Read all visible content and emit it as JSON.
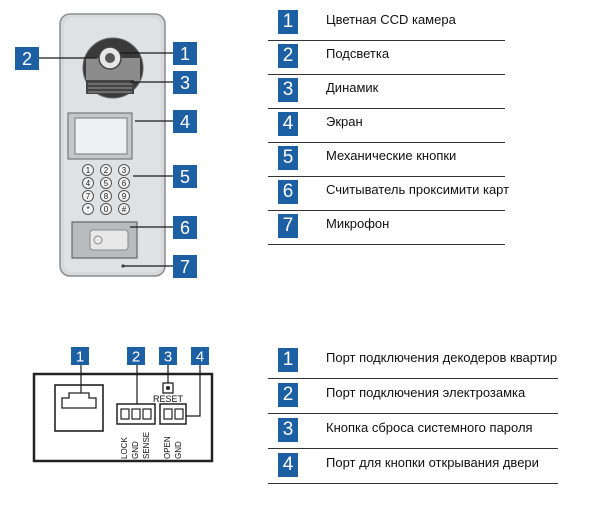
{
  "panel_legend": [
    {
      "num": "1",
      "text": "Цветная CCD камера"
    },
    {
      "num": "2",
      "text": "Подсветка"
    },
    {
      "num": "3",
      "text": "Динамик"
    },
    {
      "num": "4",
      "text": "Экран"
    },
    {
      "num": "5",
      "text": "Механические кнопки"
    },
    {
      "num": "6",
      "text": "Считыватель проксимити карт"
    },
    {
      "num": "7",
      "text": "Микрофон"
    }
  ],
  "port_legend": [
    {
      "num": "1",
      "text": "Порт подключения декодеров квартир"
    },
    {
      "num": "2",
      "text": "Порт подключения электрозамка"
    },
    {
      "num": "3",
      "text": "Кнопка сброса системного пароля"
    },
    {
      "num": "4",
      "text": "Порт для кнопки открывания двери"
    }
  ],
  "panel_callouts": [
    "1",
    "2",
    "3",
    "4",
    "5",
    "6",
    "7"
  ],
  "keypad_keys": [
    "1",
    "2",
    "3",
    "4",
    "5",
    "6",
    "7",
    "8",
    "9",
    "*",
    "0",
    "#"
  ],
  "port_callouts": [
    "1",
    "2",
    "3",
    "4"
  ],
  "port_labels": {
    "reset": "RESET",
    "lock": "LOCK",
    "gnd": "GND",
    "sense": "SENSE",
    "open": "OPEN",
    "gnd2": "GND"
  },
  "colors": {
    "callout_bg": "#1d5fa3",
    "callout_fg": "#ffffff",
    "panel_body": "#d6d8da"
  }
}
